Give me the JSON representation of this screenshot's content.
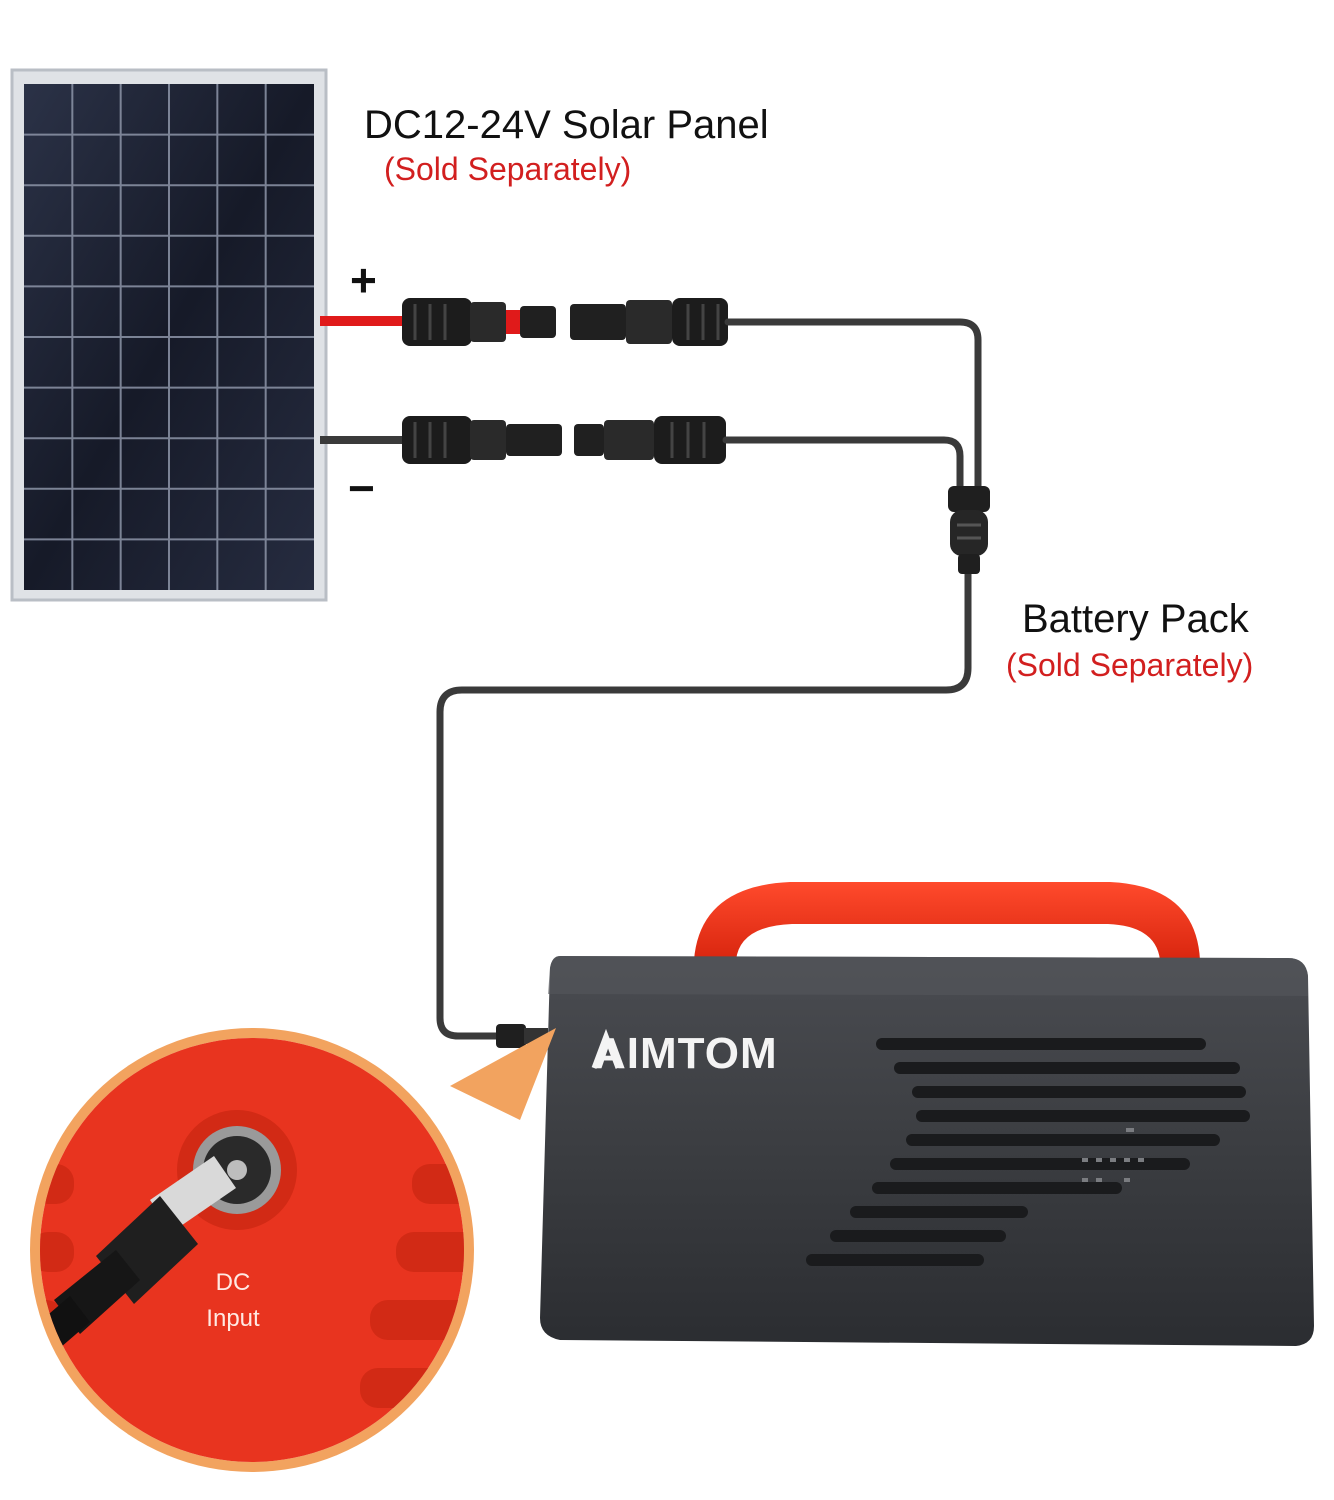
{
  "diagram": {
    "solar_panel": {
      "title": "DC12-24V Solar Panel",
      "note": "(Sold Separately)"
    },
    "battery_pack": {
      "title": "Battery Pack",
      "note": "(Sold Separately)"
    },
    "polarity": {
      "positive": "+",
      "negative": "−"
    },
    "device": {
      "brand": "AIMTOM"
    },
    "port": {
      "line1": "DC",
      "line2": "Input"
    },
    "icons": [
      "solar-panel-icon",
      "mc4-connector-icon",
      "y-branch-connector-icon",
      "power-station-icon",
      "dc-jack-icon"
    ],
    "colors": {
      "accent": "#e8341f",
      "callout": "#f2a35f",
      "device_body": "#3b3d41",
      "cable": "#3a3a3a",
      "positive_wire": "#e01a1a",
      "panel_cell": "#1d2233"
    }
  }
}
